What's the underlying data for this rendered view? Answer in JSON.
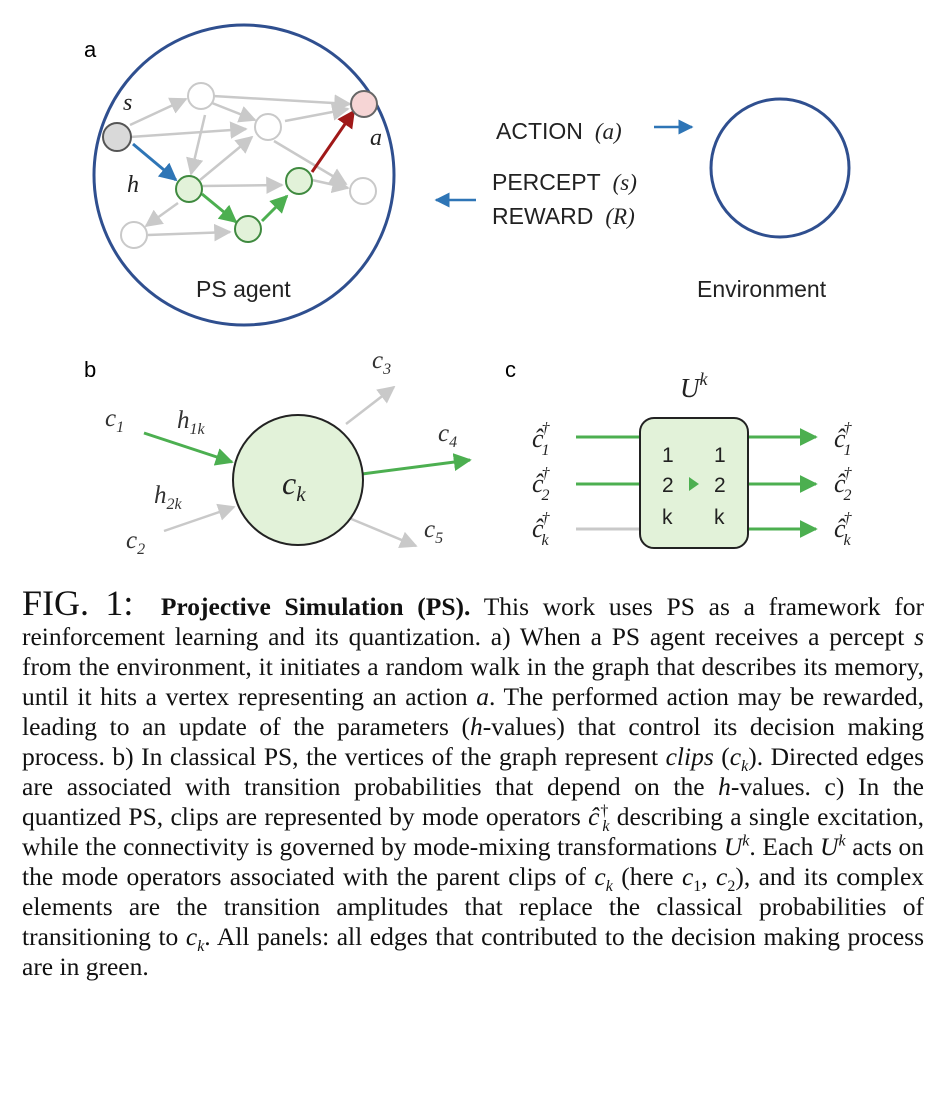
{
  "colors": {
    "circle_stroke": "#2f4f8f",
    "node_gray": "#d9d9d9",
    "node_green": "#e2f2d9",
    "node_red": "#f6d5d5",
    "green_edge": "#4caf50",
    "red_edge": "#a01818",
    "blue_edge": "#2e75b6",
    "gray_edge": "#c9c9c9",
    "green_node_stroke": "#3f8a3f"
  },
  "panel_a": {
    "letter": "a",
    "agent_label": "PS agent",
    "env_label": "Environment",
    "s_label": "s",
    "h_label": "h",
    "a_label": "a",
    "action_text": "ACTION",
    "action_sym": "(a)",
    "percept_text": "PERCEPT",
    "percept_sym": "(s)",
    "reward_text": "REWARD",
    "reward_sym": "(R)"
  },
  "panel_b": {
    "letter": "b",
    "c1": "c",
    "c1_sub": "1",
    "c2": "c",
    "c2_sub": "2",
    "c3": "c",
    "c3_sub": "3",
    "c4": "c",
    "c4_sub": "4",
    "c5": "c",
    "c5_sub": "5",
    "ck": "c",
    "ck_sub": "k",
    "h1k": "h",
    "h1k_sub": "1k",
    "h2k": "h",
    "h2k_sub": "2k"
  },
  "panel_c": {
    "letter": "c",
    "U": "U",
    "U_sup": "k",
    "op_base": "ĉ",
    "op_dagger": "†",
    "subs": [
      "1",
      "2",
      "k"
    ],
    "box_left": [
      "1",
      "2",
      "k"
    ],
    "box_right": [
      "1",
      "2",
      "k"
    ]
  },
  "caption": {
    "fig_label": "FIG. 1:",
    "title": "Projective Simulation (PS).",
    "t1": "This work uses PS as a framework for reinforcement learning and its quantization. a) When a PS agent receives a percept",
    "s": "s",
    "t2": "from the environment, it initiates a random walk in the graph that describes its memory, until it hits a vertex representing an action",
    "a": "a",
    "t3": ". The performed action may be rewarded, leading to an update of the parameters (",
    "h1": "h",
    "t4": "-values) that control its decision making process. b) In classical PS, the vertices of the graph represent",
    "clips": "clips",
    "t5": "(",
    "ck1": "c",
    "ck1_sub": "k",
    "t6": "). Directed edges are associated with transition probabilities that depend on the",
    "h2": "h",
    "t7": "-values. c) In the quantized PS, clips are represented by mode operators",
    "op": "ĉ",
    "op_sup": "†",
    "op_sub": "k",
    "t8": "describing a single excitation, while the connectivity is governed by mode-mixing transformations",
    "U1": "U",
    "U1_sup": "k",
    "t9": ". Each",
    "U2": "U",
    "U2_sup": "k",
    "t10": "acts on the mode operators associated with the parent clips of",
    "ck2": "c",
    "ck2_sub": "k",
    "t11": "(here",
    "c1": "c",
    "c1_sub": "1",
    "t12": ",",
    "c2": "c",
    "c2_sub": "2",
    "t13": "), and its complex elements are the transition amplitudes that replace the classical probabilities of transitioning to",
    "ck3": "c",
    "ck3_sub": "k",
    "t14": ". All panels: all edges that contributed to the decision making process are in green."
  }
}
